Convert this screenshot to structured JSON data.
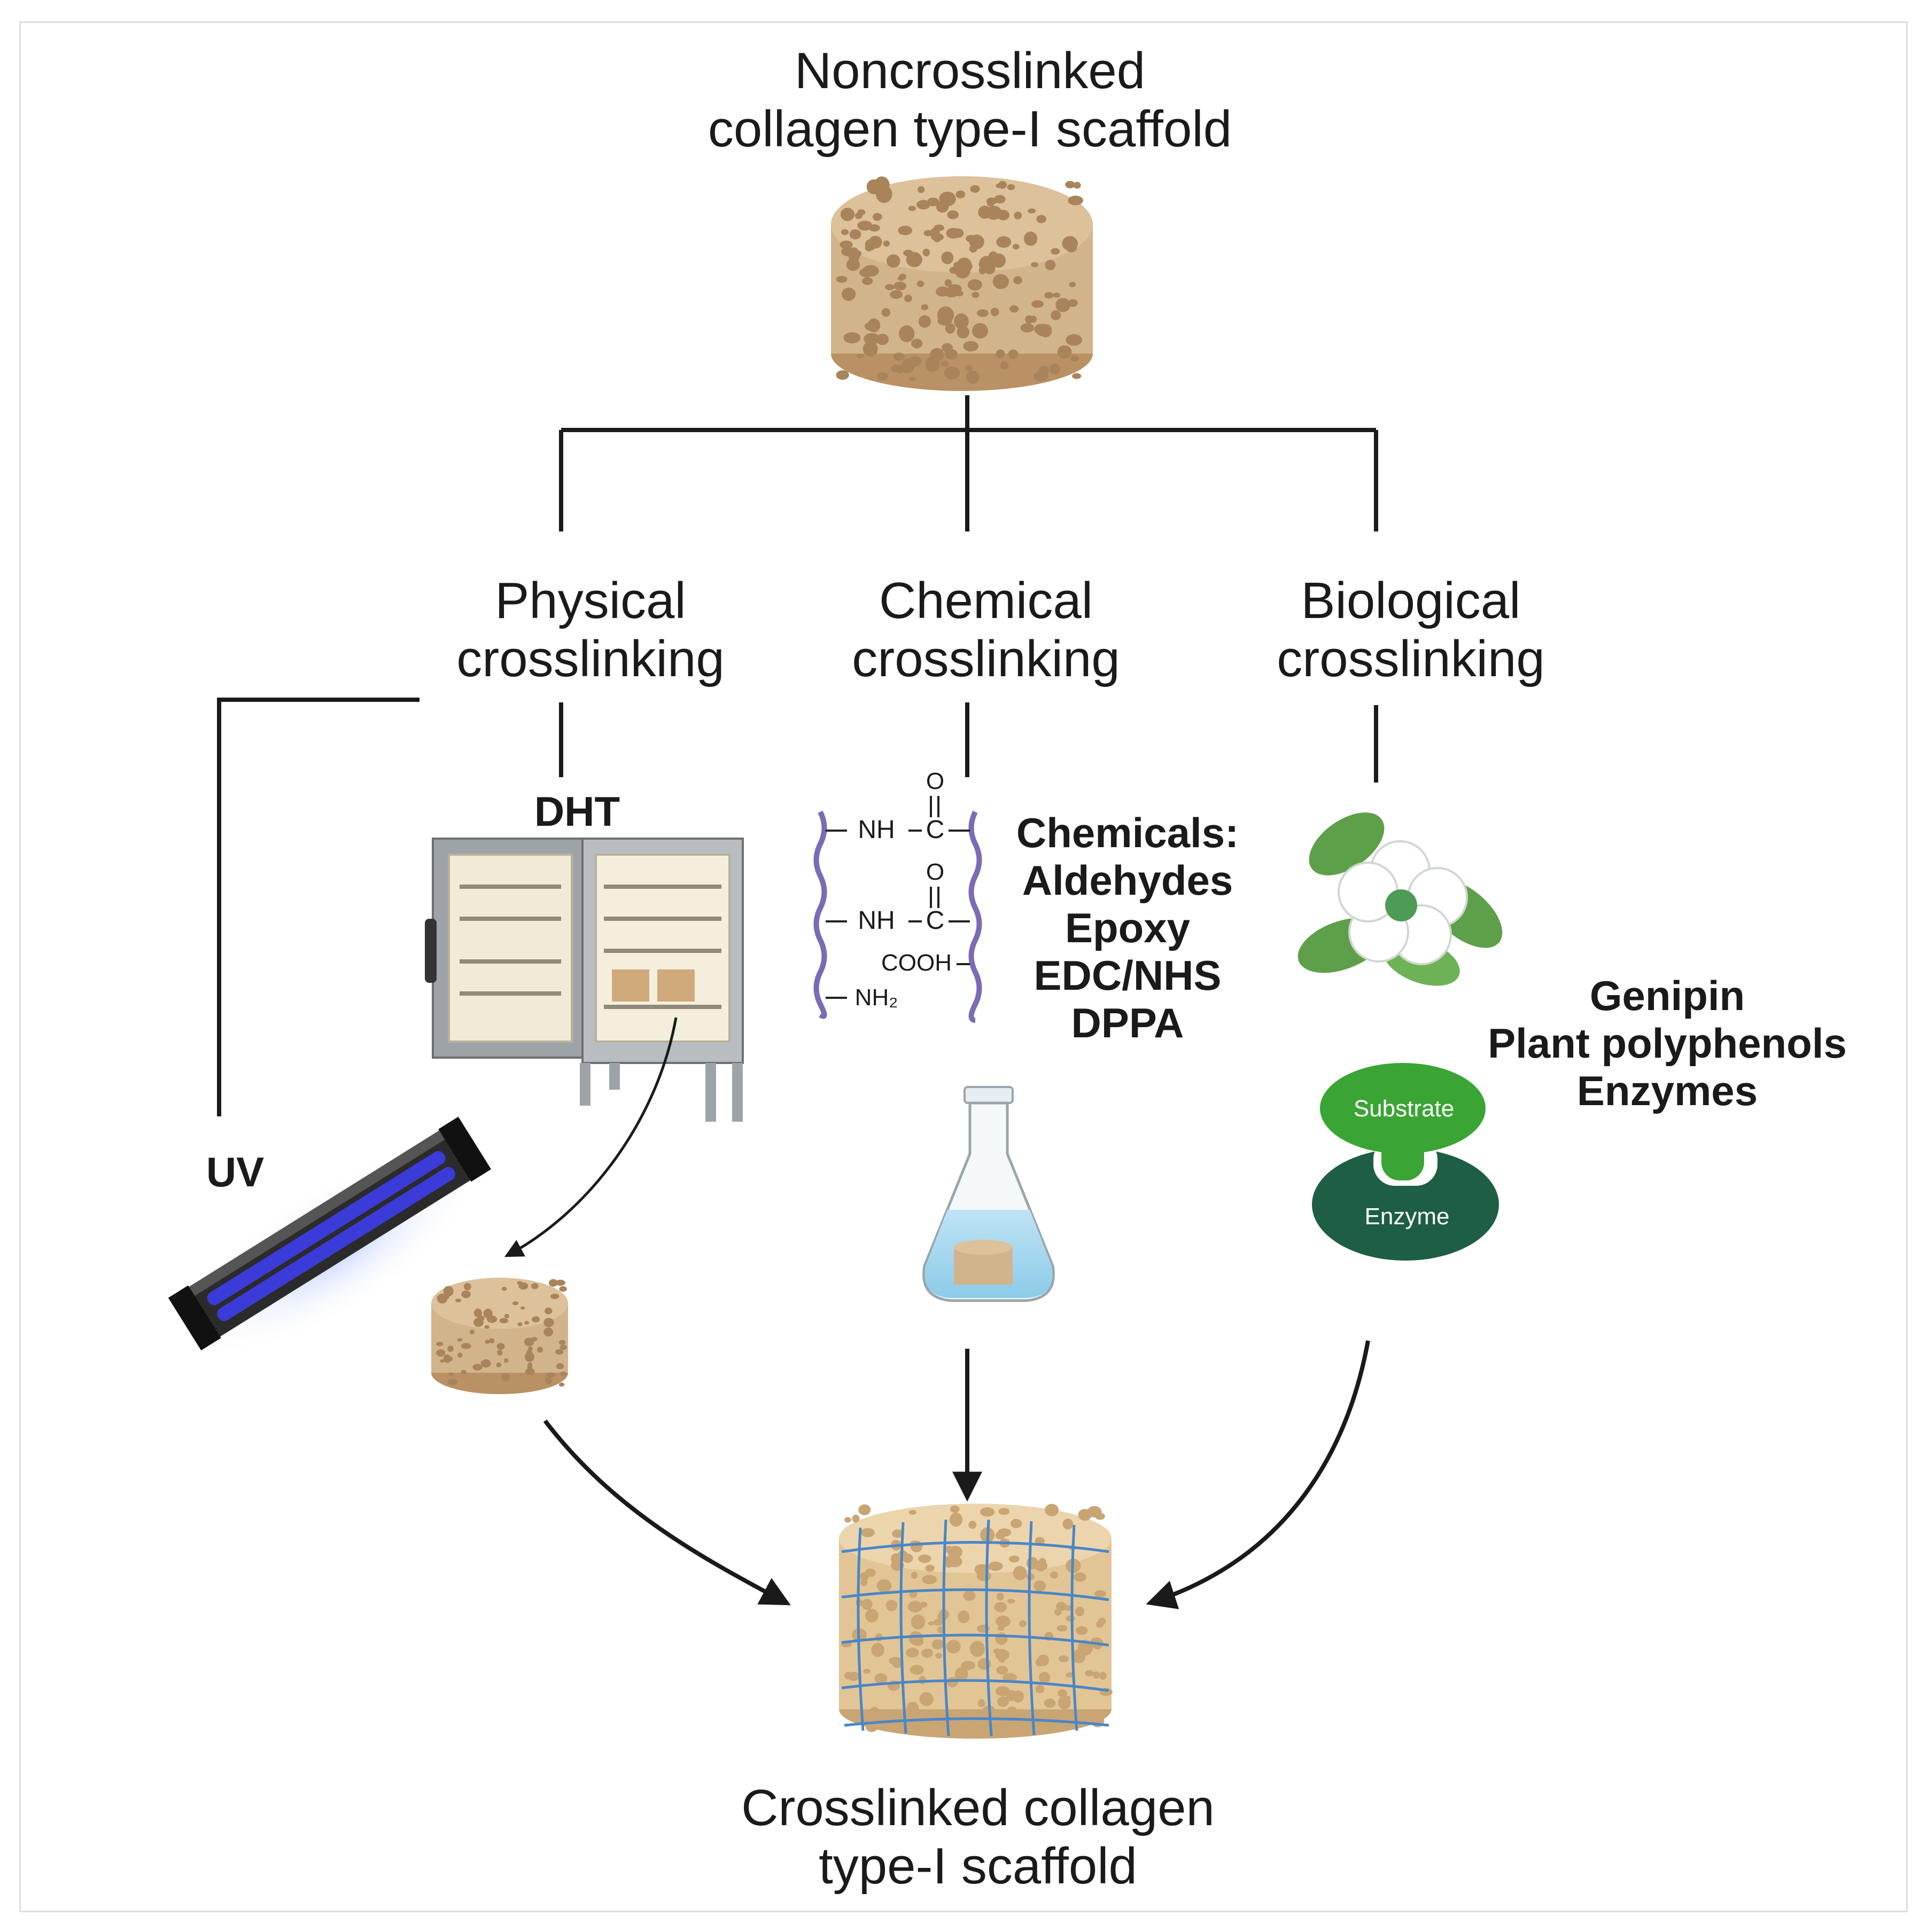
{
  "top_title": {
    "line1": "Noncrosslinked",
    "line2": "collagen type-I scaffold"
  },
  "branches": {
    "physical": {
      "line1": "Physical",
      "line2": "crosslinking"
    },
    "chemical": {
      "line1": "Chemical",
      "line2": "crosslinking"
    },
    "biological": {
      "line1": "Biological",
      "line2": "crosslinking"
    }
  },
  "physical_methods": {
    "dht": "DHT",
    "uv": "UV"
  },
  "chemical_structure": {
    "oxygen": "O",
    "amide_nh": "NH",
    "carbon": "C",
    "carboxyl": "COOH",
    "amine": "NH₂"
  },
  "chemicals_list": [
    "Chemicals:",
    "Aldehydes",
    "Epoxy",
    "EDC/NHS",
    "DPPA"
  ],
  "biological_agents": [
    "Genipin",
    "Plant polyphenols",
    "Enzymes"
  ],
  "enzyme_model": {
    "substrate": "Substrate",
    "enzyme": "Enzyme"
  },
  "bottom_title": {
    "line1": "Crosslinked collagen",
    "line2": "type-I scaffold"
  },
  "colors": {
    "scaffold": "#d2b48c",
    "pore": "#a9845a",
    "mesh": "#4a86c8",
    "substrate": "#3aa535",
    "enzyme": "#1e5e45",
    "uv_light": "#3b3bd9",
    "line": "#1a1a1a"
  }
}
